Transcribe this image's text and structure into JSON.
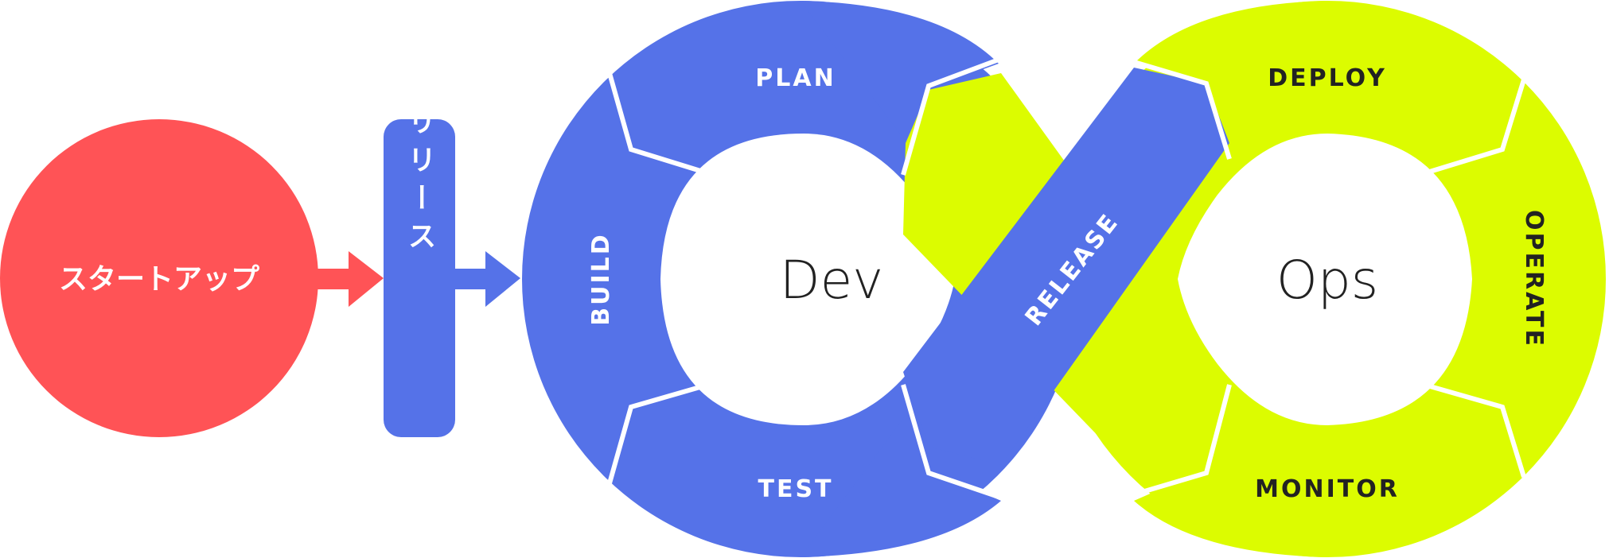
{
  "colors": {
    "startup": "#FF5356",
    "dev": "#5572E8",
    "ops": "#DCFC00",
    "text_dark": "#222222",
    "white": "#FFFFFF"
  },
  "startup": {
    "label": "スタートアップ"
  },
  "release_box": {
    "label": "リリース"
  },
  "dev": {
    "center_label": "Dev",
    "segments": {
      "plan": "PLAN",
      "build": "BUILD",
      "test": "TEST",
      "release": "RELEASE"
    }
  },
  "ops": {
    "center_label": "Ops",
    "segments": {
      "deploy": "DEPLOY",
      "operate": "OPERATE",
      "monitor": "MONITOR"
    }
  }
}
